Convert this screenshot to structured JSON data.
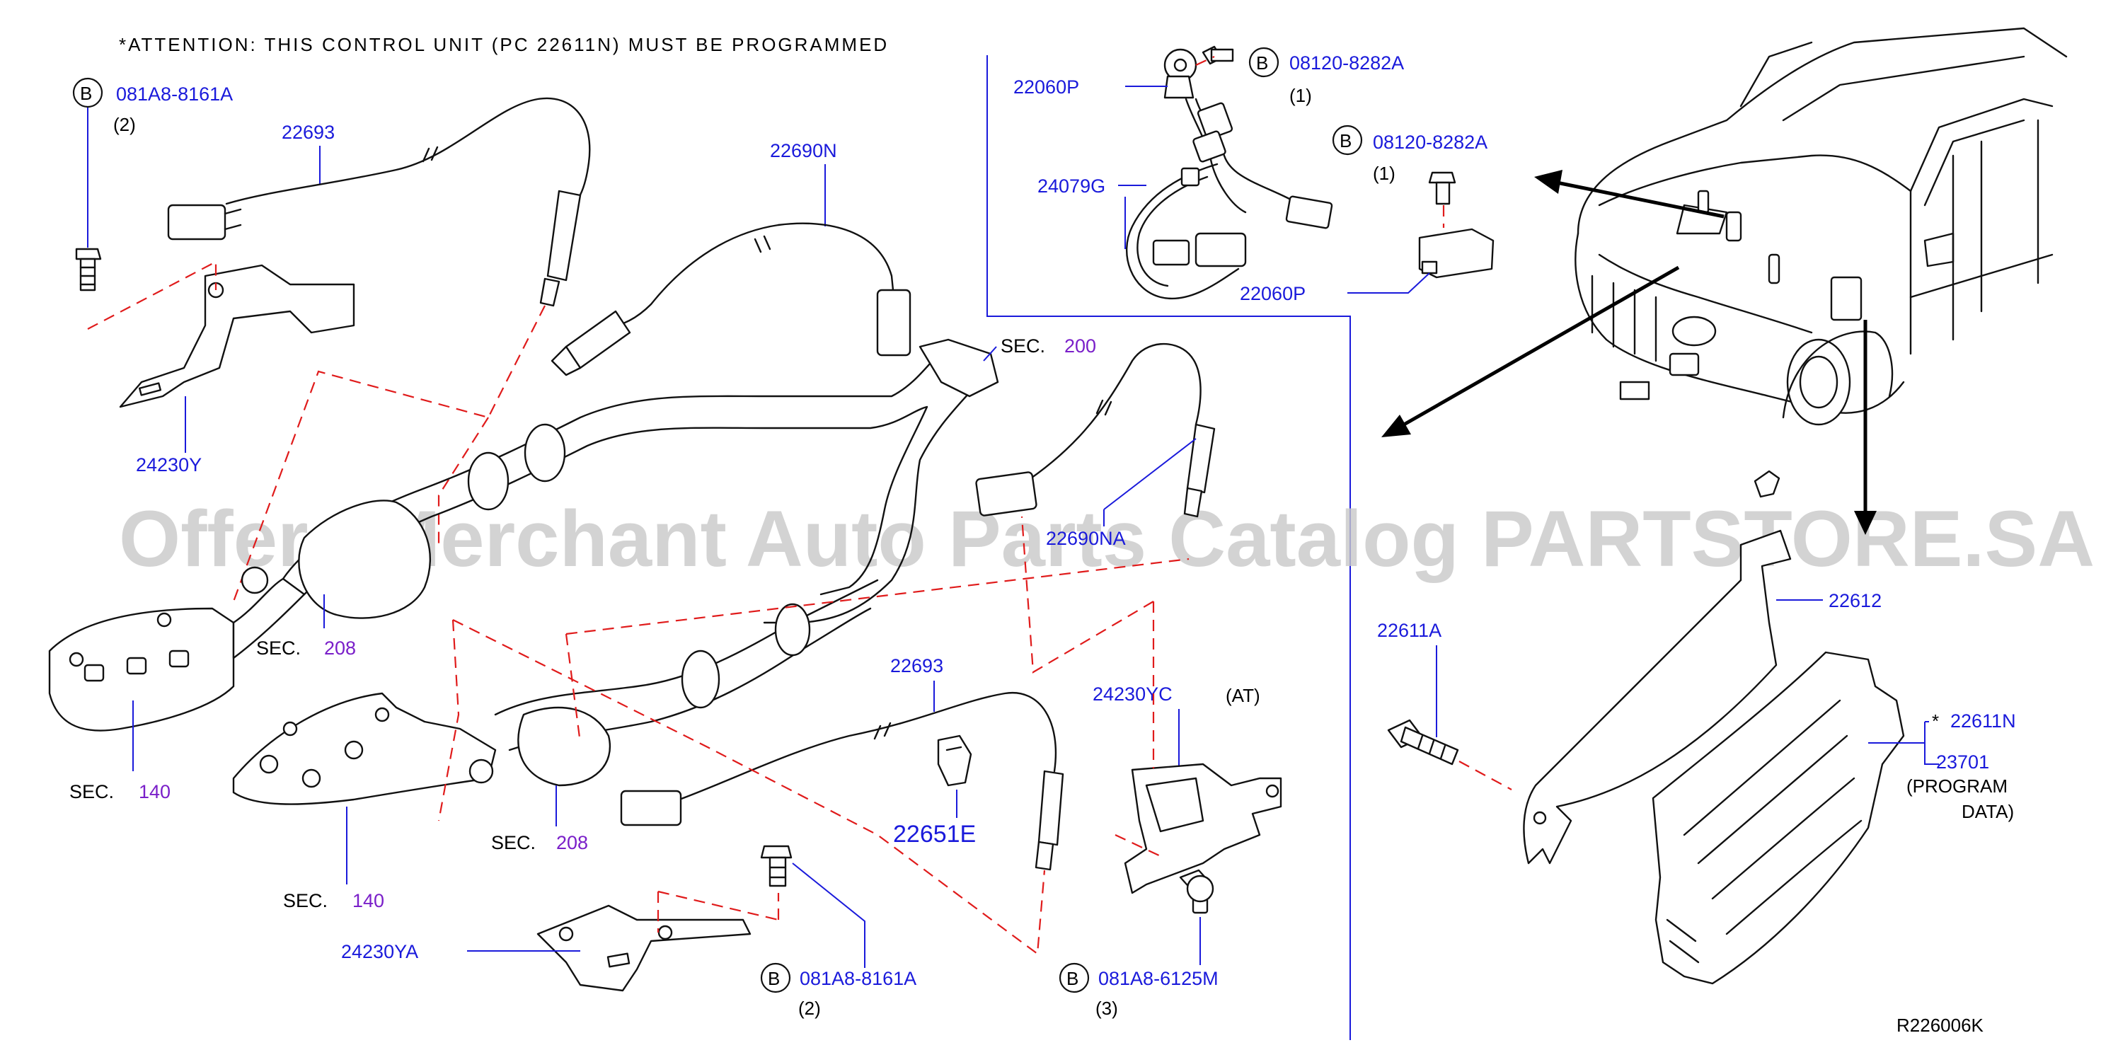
{
  "attention": "*ATTENTION: THIS CONTROL UNIT (PC 22611N) MUST BE PROGRAMMED",
  "watermark": "Offers Merchant Auto Parts Catalog PARTSTORE.SA",
  "diagram_id": "R226006K",
  "bolt_marker": "B",
  "parts": {
    "p081A8_8161A_top": "081A8-8161A",
    "qty_2_top": "(2)",
    "p22693_top": "22693",
    "p22690N": "22690N",
    "p24230Y": "24230Y",
    "p22060P_top": "22060P",
    "p08120_a": "08120-8282A",
    "qty_1_a": "(1)",
    "p08120_b": "08120-8282A",
    "qty_1_b": "(1)",
    "p24079G": "24079G",
    "p22060P_bottom": "22060P",
    "p22690NA": "22690NA",
    "p22693_bottom": "22693",
    "p24230YC": "24230YC",
    "at_note": "(AT)",
    "p22651E": "22651E",
    "p24230YA": "24230YA",
    "p081A8_8161A_bottom": "081A8-8161A",
    "qty_2_bottom": "(2)",
    "p081A8_6125M": "081A8-6125M",
    "qty_3": "(3)",
    "p22611A": "22611A",
    "p22612": "22612",
    "p22611N": "22611N",
    "p22611N_star": "*",
    "p23701": "23701",
    "program_data_1": "(PROGRAM",
    "program_data_2": "DATA)"
  },
  "sections": {
    "sec_label": "SEC.",
    "sec200": "200",
    "sec208_a": "208",
    "sec208_b": "208",
    "sec140_a": "140",
    "sec140_b": "140"
  }
}
